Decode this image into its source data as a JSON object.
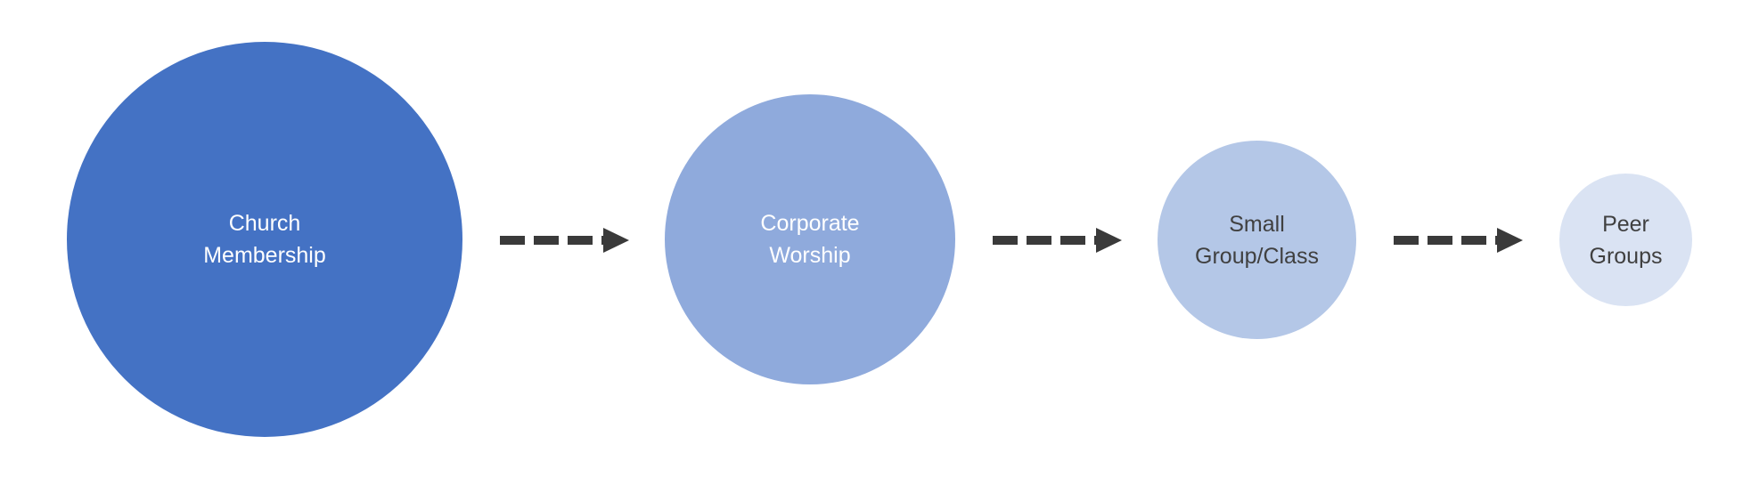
{
  "nodes": [
    {
      "lines": [
        "Church",
        "Membership"
      ],
      "fill": "#4472C4",
      "text_color": "#FFFFFF"
    },
    {
      "lines": [
        "Corporate",
        "Worship"
      ],
      "fill": "#8FAADC",
      "text_color": "#FFFFFF"
    },
    {
      "lines": [
        "Small",
        "Group/Class"
      ],
      "fill": "#B4C7E7",
      "text_color": "#404040"
    },
    {
      "lines": [
        "Peer",
        "Groups"
      ],
      "fill": "#DAE3F3",
      "text_color": "#404040"
    }
  ],
  "arrow_color": "#3A3A3A",
  "arrow_style": "dashed",
  "icons": [
    "dashed-right-arrow-icon"
  ]
}
